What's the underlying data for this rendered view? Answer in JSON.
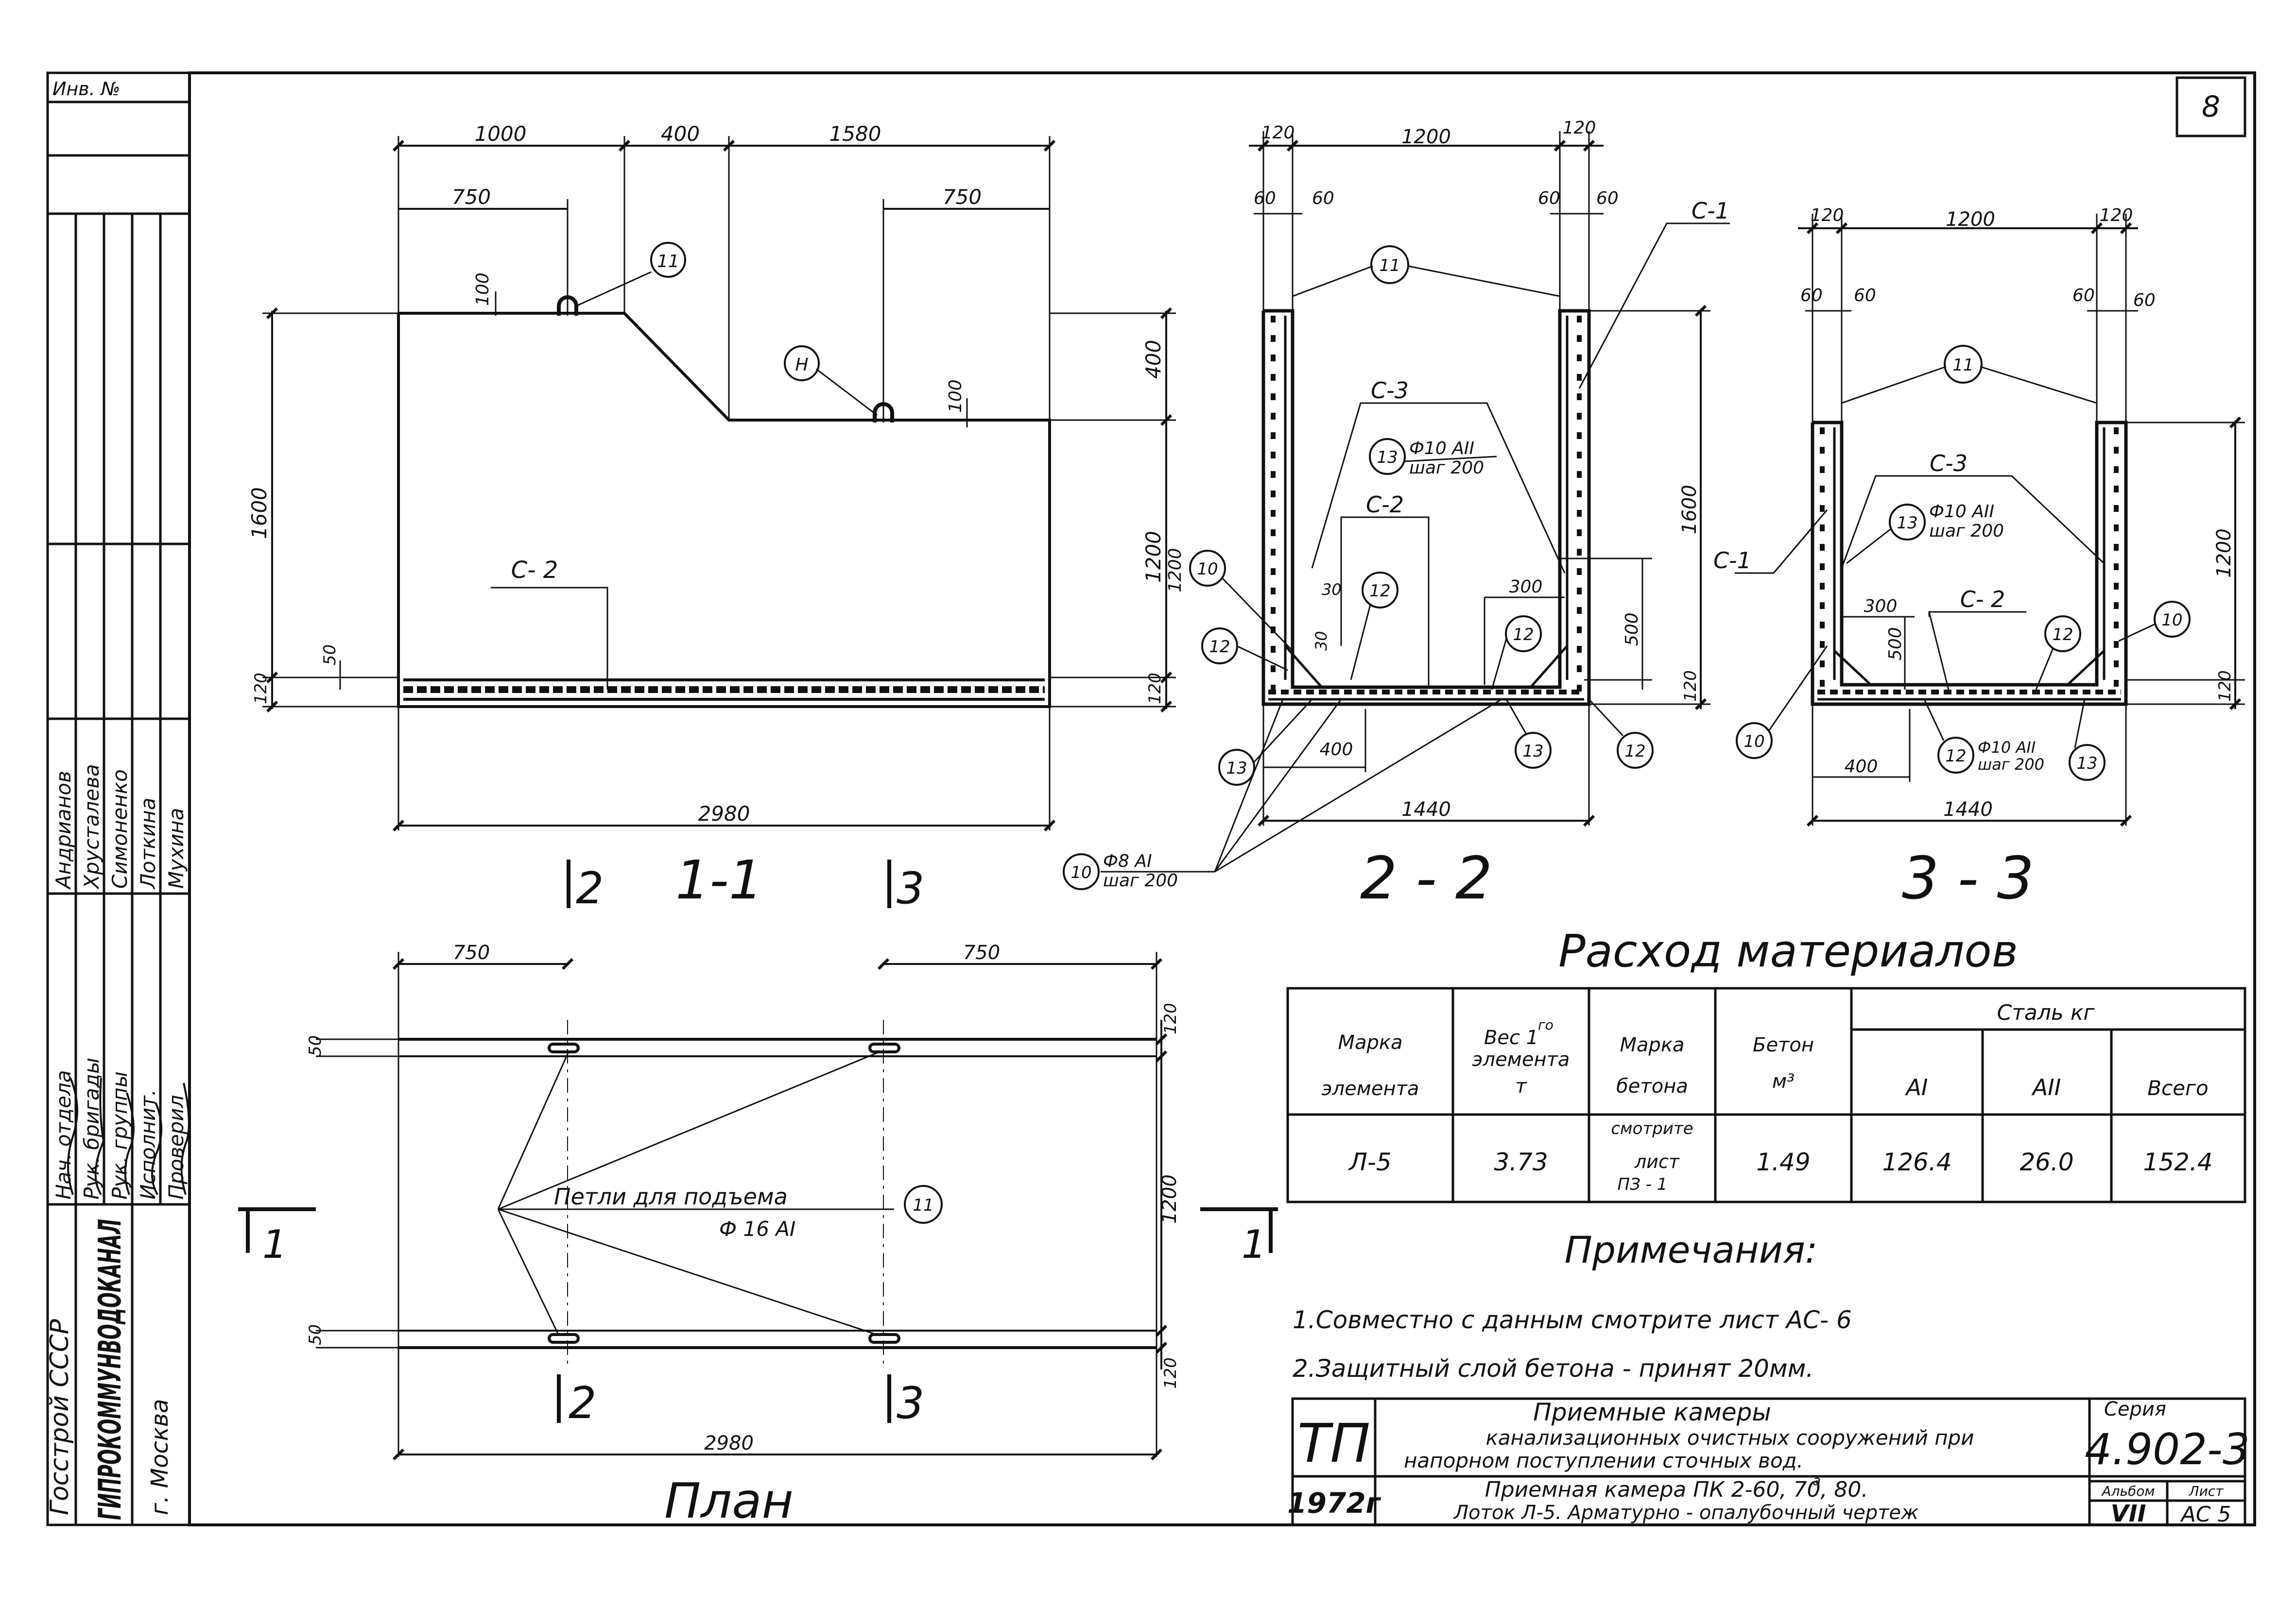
{
  "sheet_number": "8",
  "side_stamp": {
    "inv_no": "Инв. №",
    "org_lines": [
      "Госстрой СССР",
      "ГИПРОКОММУНВОДОКАНАЛ",
      "г. Москва"
    ],
    "roles": [
      "Нач. отдела",
      "Рук. бригады",
      "Рук. группы",
      "Исполнит.",
      "Проверил"
    ],
    "names": [
      "Андрианов",
      "Хрусталева",
      "Симоненко",
      "Лоткина",
      "Мухина"
    ]
  },
  "section_titles": {
    "s11": "1-1",
    "s22": "2 - 2",
    "s33": "3 - 3",
    "plan": "План"
  },
  "cut_marks": {
    "c2": "2",
    "c3": "3",
    "c1": "1"
  },
  "section_11": {
    "dims_top": [
      "1000",
      "400",
      "1580"
    ],
    "dim_750a": "750",
    "dim_750b": "750",
    "dim_100a": "100",
    "dim_100b": "100",
    "dim_1600": "1600",
    "dim_400": "400",
    "dim_1200": "1200",
    "dim_120l": "120",
    "dim_120r": "120",
    "dim_50": "50",
    "dim_2980": "2980",
    "label_c2": "С- 2",
    "callout_11": "11",
    "callout_h": "Н"
  },
  "section_22": {
    "dim_120a": "120",
    "dim_1200": "1200",
    "dim_120b": "120",
    "dim_60": [
      "60",
      "60",
      "60",
      "60"
    ],
    "dim_1600": "1600",
    "dim_1200v": "1200",
    "dim_500": "500",
    "dim_120v": "120",
    "dim_300": "300",
    "dim_30a": "30",
    "dim_30b": "30",
    "dim_400": "400",
    "dim_1440": "1440",
    "label_c1": "С-1",
    "label_c3": "С-3",
    "label_c2": "С-2",
    "rebar_13a": "Ф10 АII",
    "rebar_13b": "шаг 200",
    "rebar_10a": "Ф8 АI",
    "rebar_10b": "шаг 200",
    "callouts": [
      "11",
      "13",
      "10",
      "12",
      "12",
      "12",
      "13",
      "13",
      "12",
      "10"
    ]
  },
  "section_33": {
    "dim_120a": "120",
    "dim_1200": "1200",
    "dim_120b": "120",
    "dim_60": [
      "60",
      "60",
      "60",
      "60"
    ],
    "dim_1200v": "1200",
    "dim_120v": "120",
    "dim_300": "300",
    "dim_500": "500",
    "dim_400": "400",
    "dim_1440": "1440",
    "label_c1": "С-1",
    "label_c3": "С-3",
    "label_c2": "С- 2",
    "rebar_13a": "Ф10 АII",
    "rebar_13b": "шаг 200",
    "rebar_12a": "Ф10 АII",
    "rebar_12b": "шаг 200",
    "callouts": [
      "11",
      "13",
      "12",
      "10",
      "10",
      "12",
      "13"
    ]
  },
  "plan": {
    "dim_750a": "750",
    "dim_750b": "750",
    "dim_120t": "120",
    "dim_1200": "1200",
    "dim_120b": "120",
    "dim_50a": "50",
    "dim_50b": "50",
    "dim_2980": "2980",
    "loop_label_1": "Петли для подъема",
    "loop_label_2": "Ф 16 АI",
    "callout_11": "11"
  },
  "materials": {
    "title": "Расход материалов",
    "headers": {
      "mark": [
        "Марка",
        "элемента"
      ],
      "weight": [
        "Вес 1",
        "элемента",
        "т"
      ],
      "weight_sup": "го",
      "concrete_grade": [
        "Марка",
        "бетона"
      ],
      "concrete": [
        "Бетон",
        "м³"
      ],
      "steel": "Сталь кг",
      "steel_cols": [
        "АI",
        "АII",
        "Всего"
      ]
    },
    "row": {
      "mark": "Л-5",
      "weight": "3.73",
      "grade": [
        "смотрите",
        "лист",
        "ПЗ - 1"
      ],
      "concrete": "1.49",
      "a1": "126.4",
      "a2": "26.0",
      "total": "152.4"
    }
  },
  "notes": {
    "title": "Примечания:",
    "items": [
      "1.Совместно с данным смотрите лист АС- 6",
      "2.Защитный слой бетона - принят 20мм."
    ]
  },
  "title_block": {
    "logo": "ТП",
    "year": "1972г",
    "title_1": "Приемные камеры",
    "title_2": "канализационных очистных сооружений при",
    "title_3": "напорном поступлении сточных вод.",
    "sub_1": "Приемная камера ПК 2-60,  70, 80.",
    "sub_1_sup": "а",
    "sub_2": "Лоток Л-5. Арматурно - опалубочный чертеж",
    "series_label": "Серия",
    "series": "4.902-3",
    "album_label": "Альбом",
    "album": "VII",
    "sheet_label": "Лист",
    "sheet": "АС 5"
  }
}
